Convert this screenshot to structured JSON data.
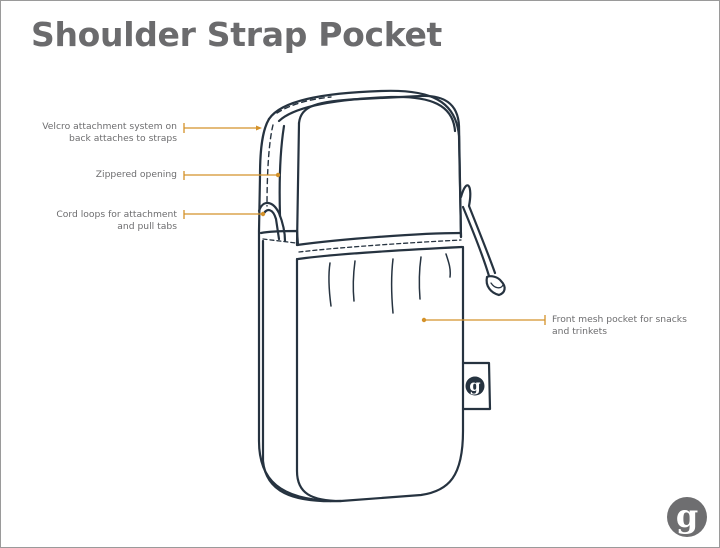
{
  "title": "Shoulder Strap Pocket",
  "callouts": [
    {
      "id": "velcro",
      "line1": "Velcro attachment system on",
      "line2": "back attaches to straps",
      "side": "left",
      "marker": "arrow"
    },
    {
      "id": "zipper",
      "line1": "Zippered opening",
      "line2": "",
      "side": "left",
      "marker": "dot"
    },
    {
      "id": "cord",
      "line1": "Cord loops for attachment",
      "line2": "and  pull tabs",
      "side": "left",
      "marker": "dot"
    },
    {
      "id": "mesh",
      "line1": "Front mesh pocket for snacks",
      "line2": "and trinkets",
      "side": "right",
      "marker": "dot"
    }
  ],
  "colors": {
    "title": "#6b6b6d",
    "label_text": "#6d6d6f",
    "callout_line": "#d4922a",
    "outline": "#263340",
    "logo": "#6e6e70"
  },
  "logo": {
    "glyph": "g"
  },
  "tag": {
    "glyph": "g"
  }
}
